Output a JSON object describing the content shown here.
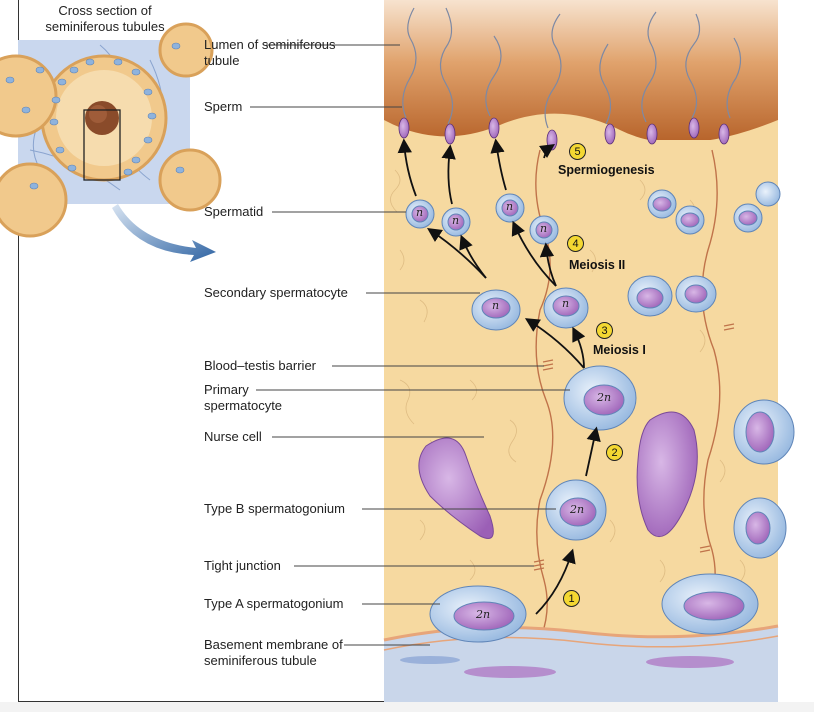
{
  "inset": {
    "title": "Cross section of seminiferous tubules"
  },
  "labels": {
    "lumen": "Lumen of seminiferous tubule",
    "sperm": "Sperm",
    "spermatid": "Spermatid",
    "secondary_spermatocyte": "Secondary spermatocyte",
    "blood_testis_barrier": "Blood–testis barrier",
    "primary_spermatocyte": "Primary spermatocyte",
    "nurse_cell": "Nurse cell",
    "type_b": "Type B spermatogonium",
    "tight_junction": "Tight junction",
    "type_a": "Type A spermatogonium",
    "basement_membrane": "Basement membrane of seminiferous tubule"
  },
  "steps": [
    {
      "num": "1",
      "label": ""
    },
    {
      "num": "2",
      "label": ""
    },
    {
      "num": "3",
      "label": "Meiosis I"
    },
    {
      "num": "4",
      "label": "Meiosis II"
    },
    {
      "num": "5",
      "label": "Spermiogenesis"
    }
  ],
  "ploidy": {
    "haploid": "n",
    "diploid": "2n"
  },
  "colors": {
    "cytoplasm": "#f6d9a0",
    "lumen_top": "#c8743a",
    "cell_body": "#b9d2ee",
    "nucleus": "#b07cc6",
    "membrane_blue": "#c9d6ea",
    "step_badge": "#f4d832",
    "arrow": "#111111"
  }
}
